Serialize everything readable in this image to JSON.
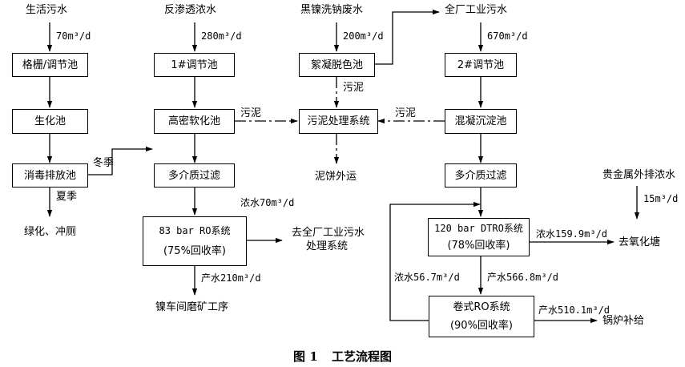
{
  "inputs": {
    "domestic": "生活污水",
    "ro_concentrate": "反渗透浓水",
    "nickel_wash": "黑镍洗钠废水",
    "plant_wastewater": "全厂工业污水",
    "precious_metal": "贵金属外排浓水"
  },
  "flows": {
    "domestic": "70m³/d",
    "ro_concentrate": "280m³/d",
    "nickel_wash": "200m³/d",
    "plant_wastewater": "670m³/d",
    "precious_metal": "15m³/d",
    "conc_83bar": "浓水70m³/d",
    "prod_83bar": "产水210m³/d",
    "conc_dtro": "浓水159.9m³/d",
    "prod_dtro": "产水566.8m³/d",
    "conc_roll": "浓水56.7m³/d",
    "prod_roll": "产水510.1m³/d"
  },
  "boxes": {
    "grid_tank": "格栅/调节池",
    "bio_tank": "生化池",
    "disinfect_tank": "消毒排放池",
    "adj_tank_1": "1#调节池",
    "hd_softening": "高密软化池",
    "multi_filter_1": "多介质过滤",
    "ro83_line1": "83 bar RO系统",
    "ro83_line2": "(75%回收率)",
    "coag_decolor": "絮凝脱色池",
    "sludge_system": "污泥处理系统",
    "adj_tank_2": "2#调节池",
    "coag_settle": "混凝沉淀池",
    "multi_filter_2": "多介质过滤",
    "dtro_line1": "120 bar DTRO系统",
    "dtro_line2": "(78%回收率)",
    "roll_ro_line1": "卷式RO系统",
    "roll_ro_line2": "(90%回收率)"
  },
  "labels": {
    "winter": "冬季",
    "summer": "夏季",
    "greening": "绿化、冲厕",
    "sludge_a": "污泥",
    "sludge_b": "污泥",
    "sludge_c": "污泥",
    "sludge_cake": "泥饼外运",
    "to_plant_line1": "去全厂工业污水",
    "to_plant_line2": "处理系统",
    "nickel_workshop": "镍车间磨矿工序",
    "to_deox": "去氧化塘",
    "to_boiler": "锅炉补给"
  },
  "caption": {
    "figure_no": "图 1",
    "title": "工艺流程图"
  }
}
